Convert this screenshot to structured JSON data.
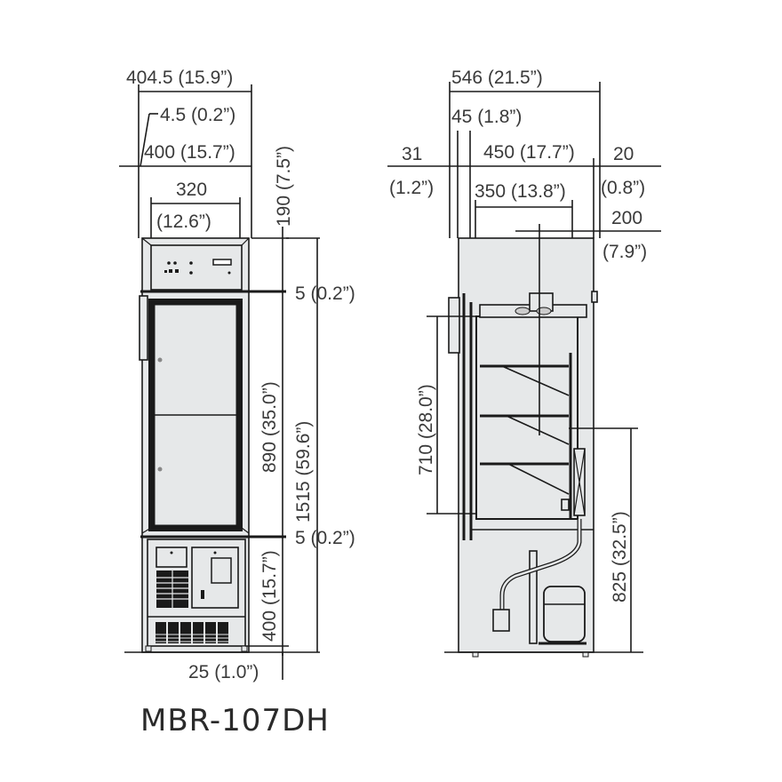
{
  "model": {
    "name": "MBR-107DH"
  },
  "front_view": {
    "dims": {
      "overall_width": "404.5 (15.9”)",
      "handle_offset": "4.5 (0.2”)",
      "body_width": "400 (15.7”)",
      "inner_width_mm": "320",
      "inner_width_in": "(12.6”)",
      "top_section_height": "190 (7.5”)",
      "gap_top": "5 (0.2”)",
      "door_height": "890 (35.0”)",
      "overall_height": "1515 (59.6”)",
      "gap_bottom": "5 (0.2”)",
      "base_height": "400 (15.7”)",
      "foot_height": "25 (1.0”)"
    }
  },
  "side_view": {
    "dims": {
      "overall_depth": "546 (21.5”)",
      "door_thickness": "45 (1.8”)",
      "handle_depth_mm": "31",
      "handle_depth_in": "(1.2”)",
      "body_depth": "450 (17.7”)",
      "rear_offset_mm": "20",
      "rear_offset_in": "(0.8”)",
      "inner_depth": "350 (13.8”)",
      "center_offset_mm": "200",
      "center_offset_in": "(7.9”)",
      "chamber_height": "710 (28.0”)",
      "floor_to_center": "825 (32.5”)"
    }
  }
}
